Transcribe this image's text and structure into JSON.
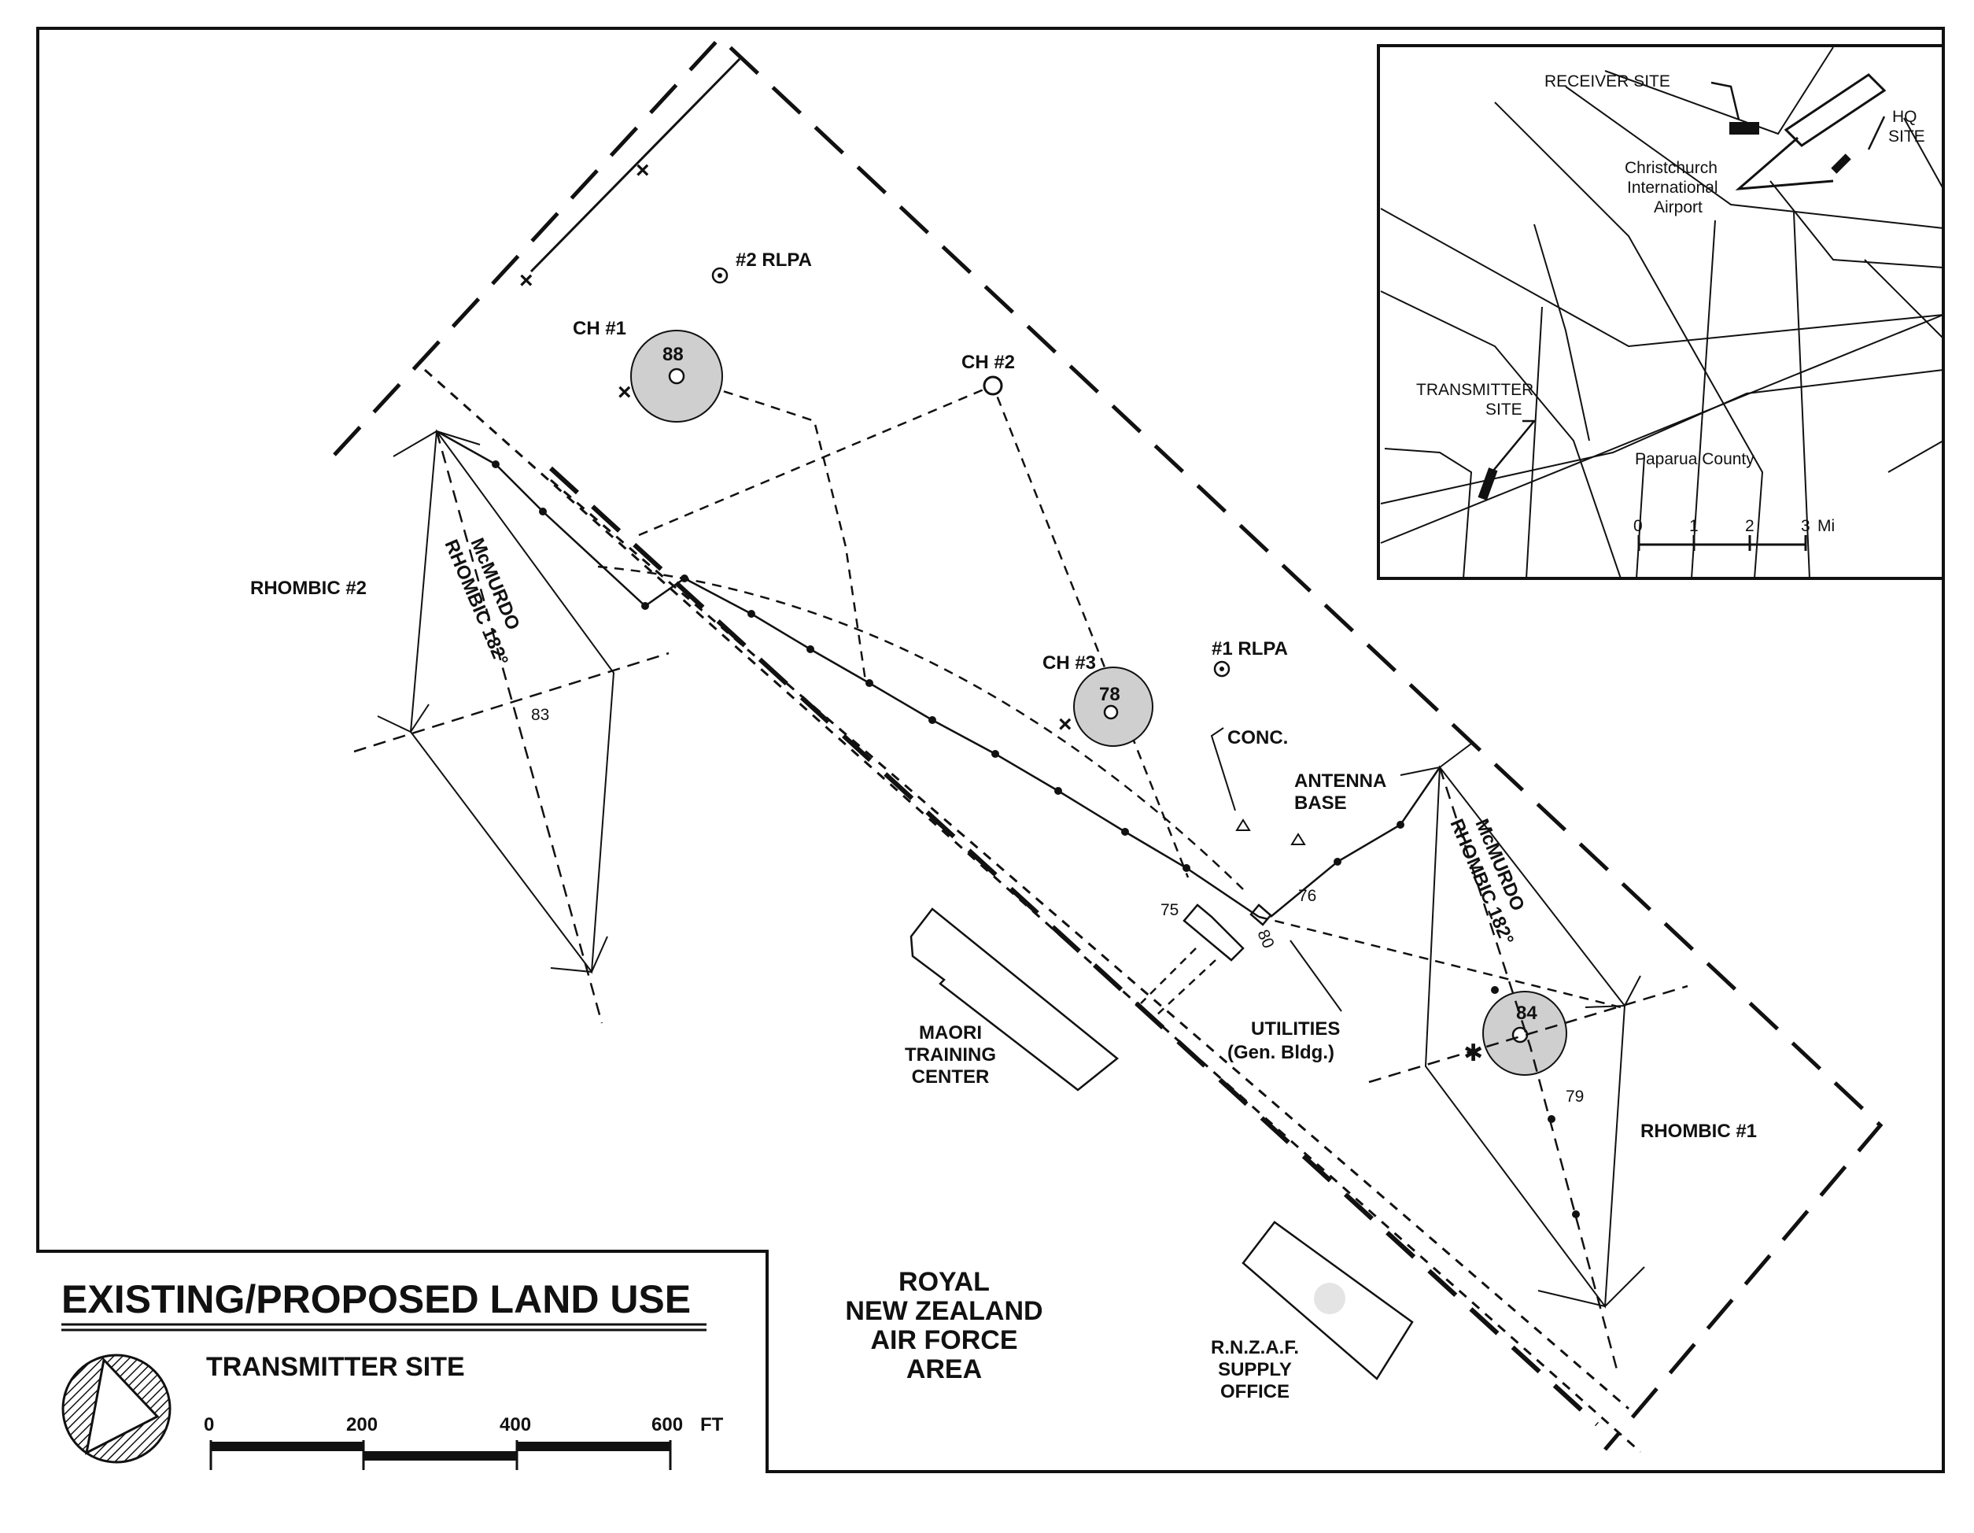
{
  "title": "EXISTING/PROPOSED LAND USE",
  "subtitle": "TRANSMITTER SITE",
  "scale_bar": {
    "ticks": [
      "0",
      "200",
      "400",
      "600"
    ],
    "unit": "FT"
  },
  "labels": {
    "rhombic2": "RHOMBIC #2",
    "rhombic1": "RHOMBIC #1",
    "mcmurdo": "McMURDO",
    "rhombic182": "RHOMBIC 182°",
    "ch1": "CH #1",
    "ch2": "CH #2",
    "ch3": "CH #3",
    "rlpa2": "#2 RLPA",
    "rlpa1": "#1 RLPA",
    "conc": "CONC.",
    "antenna_base_1": "ANTENNA",
    "antenna_base_2": "BASE",
    "utilities_1": "UTILITIES",
    "utilities_2": "(Gen. Bldg.)",
    "maori_1": "MAORI",
    "maori_2": "TRAINING",
    "maori_3": "CENTER",
    "rnzaf_1": "ROYAL",
    "rnzaf_2": "NEW ZEALAND",
    "rnzaf_3": "AIR FORCE",
    "rnzaf_4": "AREA",
    "supply_1": "R.N.Z.A.F.",
    "supply_2": "SUPPLY",
    "supply_3": "OFFICE"
  },
  "numbers": {
    "n88": "88",
    "n78": "78",
    "n84": "84",
    "n83": "83",
    "n75": "75",
    "n76": "76",
    "n79": "79",
    "n80": "80"
  },
  "inset": {
    "receiver_site": "RECEIVER SITE",
    "hq_1": "HQ",
    "hq_2": "SITE",
    "airport_1": "Christchurch",
    "airport_2": "International",
    "airport_3": "Airport",
    "transmitter_1": "TRANSMITTER",
    "transmitter_2": "SITE",
    "county": "Paparua County",
    "scale": {
      "ticks": [
        "0",
        "1",
        "2",
        "3"
      ],
      "unit": "Mi"
    }
  }
}
